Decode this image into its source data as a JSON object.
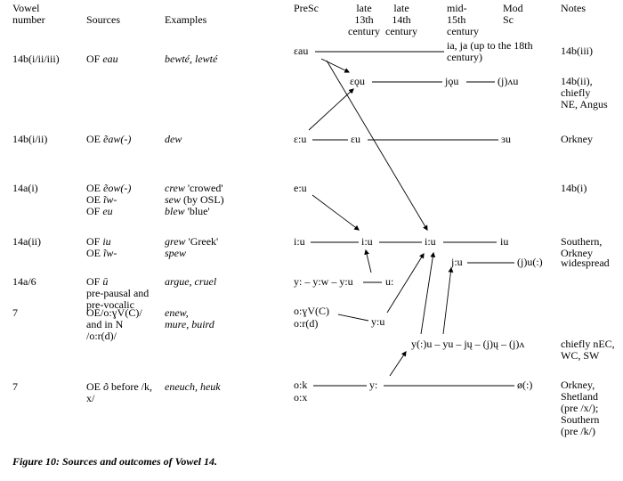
{
  "caption": "Figure 10: Sources and outcomes of Vowel 14.",
  "header": {
    "vowel": "Vowel\nnumber",
    "sources": "Sources",
    "examples": "Examples",
    "presc": "PreSc",
    "late13": "late\n13th\ncentury",
    "late14": "late\n14th\ncentury",
    "mid15": "mid-\n15th\ncentury",
    "modsc": "Mod\nSc",
    "notes": "Notes"
  },
  "rows": [
    {
      "vowel": "14b(i/ii/iii)",
      "sources": [
        {
          "r": "OF ",
          "i": "eau"
        }
      ],
      "examples": [
        {
          "i": "bewté, lewté"
        }
      ],
      "notes": "14b(iii)"
    },
    {
      "notes": "14b(ii),\nchiefly\nNE, Angus"
    },
    {
      "vowel": "14b(i/ii)",
      "sources": [
        {
          "r": "OE ",
          "i": "ẽaw(-)"
        }
      ],
      "examples": [
        {
          "i": "dew"
        }
      ],
      "notes": "Orkney"
    },
    {
      "vowel": "14a(i)",
      "sources": [
        {
          "r": "OE ",
          "i": "ẽow(-)"
        },
        {
          "r": "OE ",
          "i": "ĩw-"
        },
        {
          "r": "OF ",
          "i": "eu"
        }
      ],
      "examples": [
        {
          "i": "crew",
          "r2": " 'crowed'"
        },
        {
          "i": "sew",
          "r2": " (by OSL)"
        },
        {
          "i": "blew",
          "r2": " 'blue'"
        }
      ],
      "notes": "14b(i)"
    },
    {
      "vowel": "14a(ii)",
      "sources": [
        {
          "r": "OF ",
          "i": "iu"
        },
        {
          "r": "OE ",
          "i": "ĩw-"
        }
      ],
      "examples": [
        {
          "i": "grew",
          "r2": " 'Greek'"
        },
        {
          "i": "spew"
        }
      ],
      "notes": "Southern,\nOrkney",
      "notes2": "widespread"
    },
    {
      "vowel": "14a/6",
      "sources": [
        {
          "r": "OF ",
          "i": "ū"
        },
        {
          "r": "pre-pausal and"
        },
        {
          "r": "pre-vocalic"
        }
      ],
      "examples": [
        {
          "i": "argue, cruel"
        }
      ]
    },
    {
      "vowel": "7",
      "sources": [
        {
          "r": "OE/o:ɣV(C)/"
        },
        {
          "r": "and in N"
        },
        {
          "r": "/o:r(d)/"
        }
      ],
      "examples": [
        {
          "i": "enew,"
        },
        {
          "i": "mure, buird"
        }
      ],
      "notes": "chiefly nEC,\nWC, SW"
    },
    {
      "vowel": "7",
      "sources": [
        {
          "r": "OE ",
          "i": "õ",
          "r2": " before /k,"
        },
        {
          "r": "x/"
        }
      ],
      "examples": [
        {
          "i": "eneuch, heuk"
        }
      ],
      "notes": "Orkney,\nShetland\n(pre /x/);\nSouthern\n(pre /k/)"
    }
  ],
  "diagram": {
    "eau": "ɛau",
    "ia_ja": "ia, ja (up to the 18th\ncentury)",
    "eou": "ɛǫu",
    "jou": "jǫu",
    "j_au": "(j)ʌu",
    "e_long_u": "ɛ:u",
    "eu": "ɛu",
    "zu": "ɜu",
    "e2_long_u": "e:u",
    "iu1": "i:u",
    "iu2": "i:u",
    "iu3": "i:u",
    "iu4": "iu",
    "j_long_u": "j:u",
    "j_u": "(j)u(:)",
    "y_chain": "y: – y:w – y:u",
    "u_long": "u:",
    "o_gamma": "o:ɣV(C)",
    "o_rd": "o:r(d)",
    "yu": "y:u",
    "yu_chain": "y(:)u – yu – jų – (j)ų – (j)ʌ",
    "ok": "o:k",
    "ox": "o:x",
    "y_long": "y:",
    "oe": "ø(:)"
  }
}
